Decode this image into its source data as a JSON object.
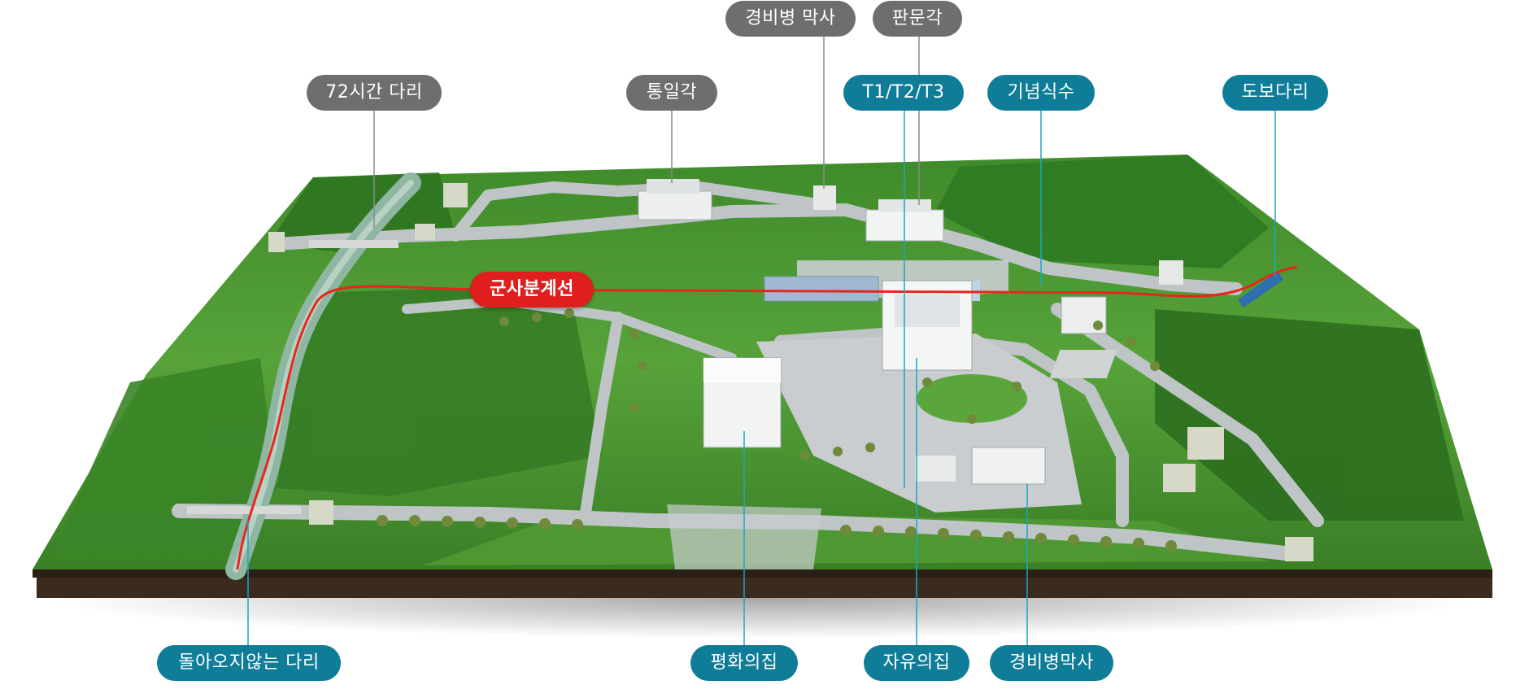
{
  "labels": {
    "bridge72": "72시간 다리",
    "tongilgak": "통일각",
    "guard_barracks_top": "경비병 막사",
    "panmungak": "판문각",
    "t1t2t3": "T1/T2/T3",
    "memorial_tree": "기념식수",
    "footbridge": "도보다리",
    "mdl": "군사분계선",
    "no_return_bridge": "돌아오지않는 다리",
    "peace_house": "평화의집",
    "freedom_house": "자유의집",
    "guard_barracks_bottom": "경비병막사"
  },
  "colors": {
    "gray_label": "#6e6e6e",
    "teal_label": "#0f7c98",
    "red_label": "#e01e1e",
    "mdl_line": "#e8261e",
    "gray_leader": "#8a8a8a",
    "teal_leader": "#1aa6c8"
  }
}
